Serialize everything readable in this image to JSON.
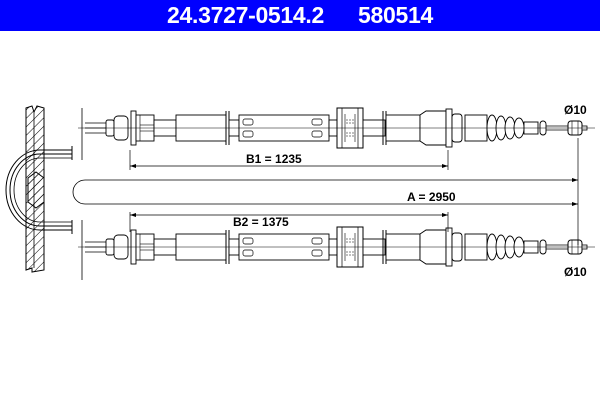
{
  "header": {
    "part_number": "24.3727-0514.2",
    "reference_number": "580514",
    "background_color": "#0000ff",
    "text_color": "#ffffff"
  },
  "diagram": {
    "type": "brake cable technical drawing",
    "dimensions": {
      "b1": "B1 = 1235",
      "b2": "B2 = 1375",
      "a": "A = 2950",
      "end_diameter_top": "Ø10",
      "end_diameter_bottom": "Ø10"
    },
    "line_color": "#000000",
    "background_color": "#ffffff"
  }
}
